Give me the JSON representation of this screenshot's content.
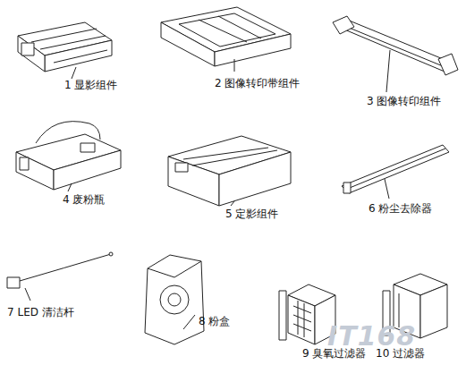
{
  "diagram": {
    "labels": [
      "1 显影组件",
      "2 图像转印带组件",
      "3 图像转印组件",
      "4 废粉瓶",
      "5 定影组件",
      "6 粉尘去除器",
      "7 LED 清洁杆",
      "8 粉盒",
      "9 臭氧过滤器",
      "10 过滤器",
      "IT168"
    ]
  }
}
